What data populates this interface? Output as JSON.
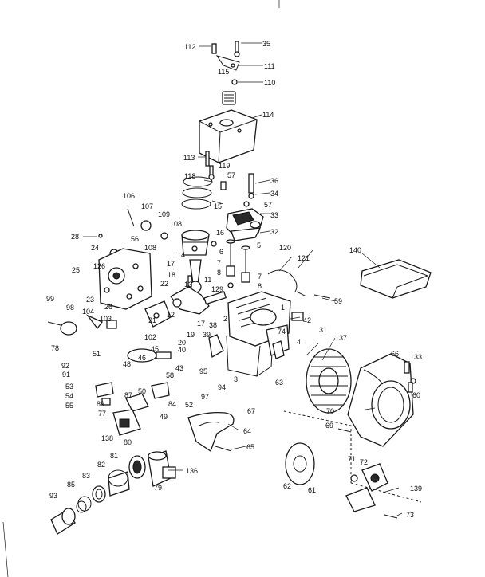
{
  "callouts": [
    {
      "id": "c112",
      "text": "112"
    },
    {
      "id": "c35",
      "text": "35"
    },
    {
      "id": "c111",
      "text": "111"
    },
    {
      "id": "c115",
      "text": "115"
    },
    {
      "id": "c110",
      "text": "110"
    },
    {
      "id": "c114",
      "text": "114"
    },
    {
      "id": "c113",
      "text": "113"
    },
    {
      "id": "c119",
      "text": "119"
    },
    {
      "id": "c118",
      "text": "118"
    },
    {
      "id": "c57a",
      "text": "57"
    },
    {
      "id": "c36",
      "text": "36"
    },
    {
      "id": "c34",
      "text": "34"
    },
    {
      "id": "c15",
      "text": "15"
    },
    {
      "id": "c57b",
      "text": "57"
    },
    {
      "id": "c106",
      "text": "106"
    },
    {
      "id": "c107",
      "text": "107"
    },
    {
      "id": "c109",
      "text": "109"
    },
    {
      "id": "c108a",
      "text": "108"
    },
    {
      "id": "c33",
      "text": "33"
    },
    {
      "id": "c28",
      "text": "28"
    },
    {
      "id": "c56",
      "text": "56"
    },
    {
      "id": "c108b",
      "text": "108"
    },
    {
      "id": "c16",
      "text": "16"
    },
    {
      "id": "c32",
      "text": "32"
    },
    {
      "id": "c24",
      "text": "24"
    },
    {
      "id": "c14",
      "text": "14"
    },
    {
      "id": "c6",
      "text": "6"
    },
    {
      "id": "c5",
      "text": "5"
    },
    {
      "id": "c120",
      "text": "120"
    },
    {
      "id": "c140",
      "text": "140"
    },
    {
      "id": "c126",
      "text": "126"
    },
    {
      "id": "c17",
      "text": "17"
    },
    {
      "id": "c7a",
      "text": "7"
    },
    {
      "id": "c121",
      "text": "121"
    },
    {
      "id": "c25",
      "text": "25"
    },
    {
      "id": "c18",
      "text": "18"
    },
    {
      "id": "c13",
      "text": "13"
    },
    {
      "id": "c11",
      "text": "11"
    },
    {
      "id": "c8a",
      "text": "8"
    },
    {
      "id": "c7b",
      "text": "7"
    },
    {
      "id": "c22",
      "text": "22"
    },
    {
      "id": "c8b",
      "text": "8"
    },
    {
      "id": "c23",
      "text": "23"
    },
    {
      "id": "c26",
      "text": "26"
    },
    {
      "id": "c129",
      "text": "129"
    },
    {
      "id": "c59",
      "text": "59"
    },
    {
      "id": "c99",
      "text": "99"
    },
    {
      "id": "c98",
      "text": "98"
    },
    {
      "id": "c104",
      "text": "104"
    },
    {
      "id": "c1",
      "text": "1"
    },
    {
      "id": "c21",
      "text": "21"
    },
    {
      "id": "c12",
      "text": "12"
    },
    {
      "id": "c2",
      "text": "2"
    },
    {
      "id": "c42",
      "text": "42"
    },
    {
      "id": "c103",
      "text": "103"
    },
    {
      "id": "c17b",
      "text": "17"
    },
    {
      "id": "c31",
      "text": "31"
    },
    {
      "id": "c38",
      "text": "38"
    },
    {
      "id": "c74",
      "text": "74"
    },
    {
      "id": "c19",
      "text": "19"
    },
    {
      "id": "c137",
      "text": "137"
    },
    {
      "id": "c102",
      "text": "102"
    },
    {
      "id": "c20",
      "text": "20"
    },
    {
      "id": "c39",
      "text": "39"
    },
    {
      "id": "c40",
      "text": "40"
    },
    {
      "id": "c45",
      "text": "45"
    },
    {
      "id": "c78",
      "text": "78"
    },
    {
      "id": "c51",
      "text": "51"
    },
    {
      "id": "c46",
      "text": "46"
    },
    {
      "id": "c4",
      "text": "4"
    },
    {
      "id": "c66",
      "text": "66"
    },
    {
      "id": "c133",
      "text": "133"
    },
    {
      "id": "c92",
      "text": "92"
    },
    {
      "id": "c48",
      "text": "48"
    },
    {
      "id": "c43",
      "text": "43"
    },
    {
      "id": "c95",
      "text": "95"
    },
    {
      "id": "c91",
      "text": "91"
    },
    {
      "id": "c58",
      "text": "58"
    },
    {
      "id": "c3",
      "text": "3"
    },
    {
      "id": "c94",
      "text": "94"
    },
    {
      "id": "c63",
      "text": "63"
    },
    {
      "id": "c53",
      "text": "53"
    },
    {
      "id": "c50",
      "text": "50"
    },
    {
      "id": "c97",
      "text": "97"
    },
    {
      "id": "c60",
      "text": "60"
    },
    {
      "id": "c54",
      "text": "54"
    },
    {
      "id": "c87",
      "text": "87"
    },
    {
      "id": "c84",
      "text": "84"
    },
    {
      "id": "c52",
      "text": "52"
    },
    {
      "id": "c67",
      "text": "67"
    },
    {
      "id": "c55",
      "text": "55"
    },
    {
      "id": "c89",
      "text": "89"
    },
    {
      "id": "c70",
      "text": "70"
    },
    {
      "id": "c77",
      "text": "77"
    },
    {
      "id": "c49",
      "text": "49"
    },
    {
      "id": "c64",
      "text": "64"
    },
    {
      "id": "c69",
      "text": "69"
    },
    {
      "id": "c138",
      "text": "138"
    },
    {
      "id": "c80",
      "text": "80"
    },
    {
      "id": "c65",
      "text": "65"
    },
    {
      "id": "c81",
      "text": "81"
    },
    {
      "id": "c82",
      "text": "82"
    },
    {
      "id": "c136",
      "text": "136"
    },
    {
      "id": "c71",
      "text": "71"
    },
    {
      "id": "c72",
      "text": "72"
    },
    {
      "id": "c83",
      "text": "83"
    },
    {
      "id": "c62",
      "text": "62"
    },
    {
      "id": "c61",
      "text": "61"
    },
    {
      "id": "c139",
      "text": "139"
    },
    {
      "id": "c93",
      "text": "93"
    },
    {
      "id": "c85",
      "text": "85"
    },
    {
      "id": "c79",
      "text": "79"
    },
    {
      "id": "c73",
      "text": "73"
    }
  ]
}
